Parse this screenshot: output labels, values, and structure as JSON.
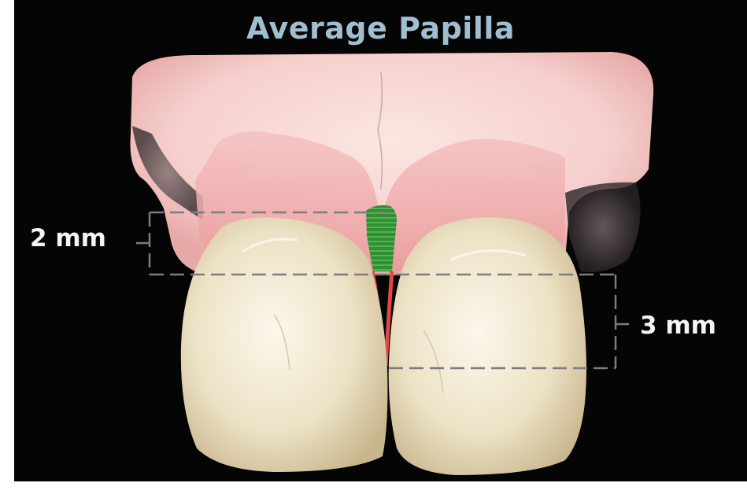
{
  "figure": {
    "title": "Average Papilla",
    "labels": {
      "upper_measure": "2 mm",
      "lower_measure": "3 mm"
    },
    "colors": {
      "background": "#050505",
      "title": "#9fbfd0",
      "gingiva": "#f2b8b8",
      "papilla_fill": "#3a9a3a",
      "papilla_lines": "#e04848",
      "tooth": "#eee6cf",
      "dashed_lines": "#7d7d7d"
    }
  }
}
